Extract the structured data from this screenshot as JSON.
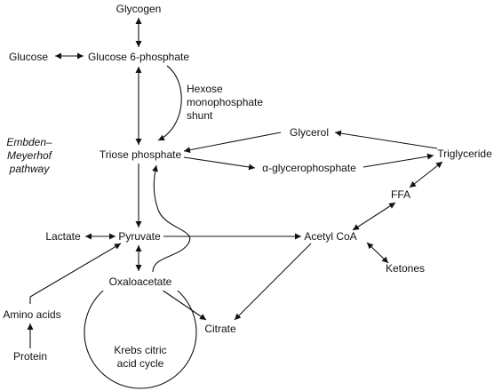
{
  "nodes": {
    "glycogen": "Glycogen",
    "glucose": "Glucose",
    "glucose6p": "Glucose 6-phosphate",
    "triose": "Triose phosphate",
    "glycerol": "Glycerol",
    "triglyceride": "Triglyceride",
    "alpha_gp": "α-glycerophosphate",
    "ffa": "FFA",
    "lactate": "Lactate",
    "pyruvate": "Pyruvate",
    "acetylcoa": "Acetyl CoA",
    "ketones": "Ketones",
    "oxaloacetate": "Oxaloacetate",
    "citrate": "Citrate",
    "aminoacids": "Amino acids",
    "protein": "Protein"
  },
  "labels": {
    "hms_line1": "Hexose",
    "hms_line2": "monophosphate",
    "hms_line3": "shunt",
    "emp_line1": "Embden–",
    "emp_line2": "Meyerhof",
    "emp_line3": "pathway",
    "krebs_line1": "Krebs citric",
    "krebs_line2": "acid cycle"
  },
  "colors": {
    "ink": "#111111",
    "background": "#ffffff"
  }
}
